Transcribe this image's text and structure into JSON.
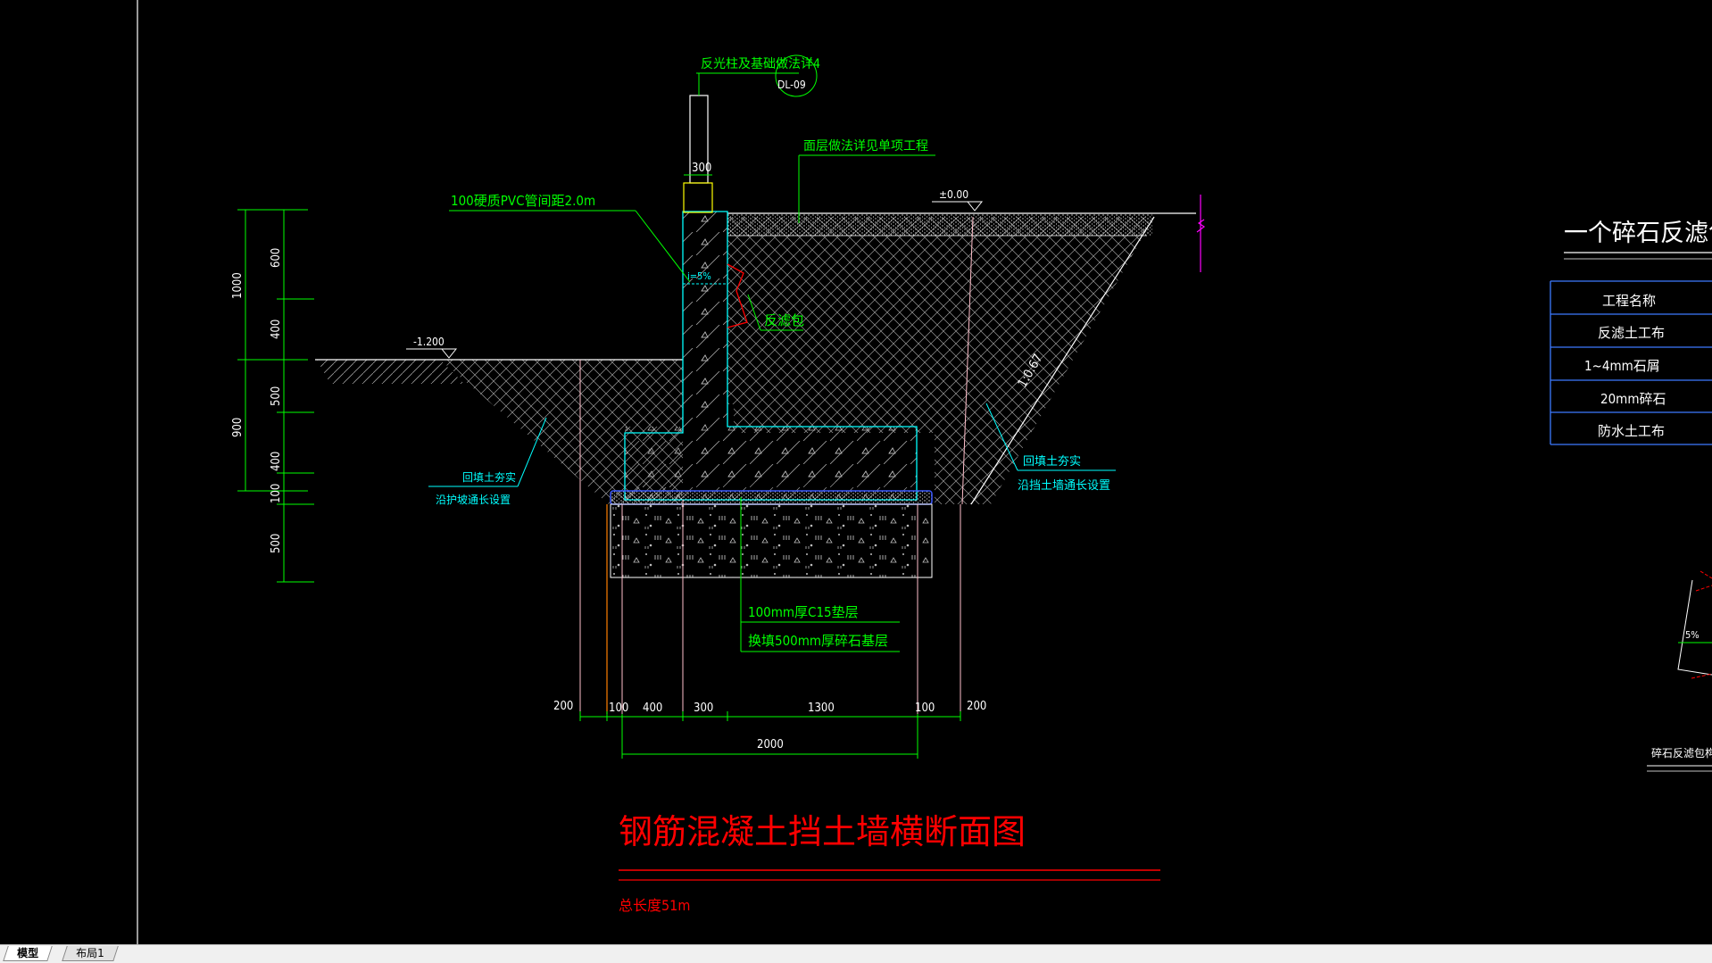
{
  "drawing": {
    "note_top": "反光柱及基础做法详4",
    "detail_ref": "DL-09",
    "note_surface": "面层做法详见单项工程",
    "note_pvc": "100硬质PVC管间距2.0m",
    "slope_small": "i=5%",
    "note_filter": "反滤包",
    "level_zero": "±0.00",
    "level_neg": "-1.200",
    "slope_ratio": "1:0.67",
    "note_backfill_left_1": "回填土夯实",
    "note_backfill_left_2": "沿护坡通长设置",
    "note_backfill_right_1": "回填土夯实",
    "note_backfill_right_2": "沿挡土墙通长设置",
    "note_cushion": "100mm厚C15垫层",
    "note_gravel": "换填500mm厚碎石基层",
    "dim_300_top": "300",
    "dims_vertical": {
      "d1000": "1000",
      "d600": "600",
      "d400a": "400",
      "d900": "900",
      "d500a": "500",
      "d400b": "400",
      "d100": "100",
      "d500b": "500"
    },
    "dims_bottom": {
      "d200l": "200",
      "d100l": "100",
      "d400": "400",
      "d300": "300",
      "d1300": "1300",
      "d100r": "100",
      "d200r": "200",
      "d2000": "2000"
    },
    "title": "钢筋混凝土挡土墙横断面图",
    "total_length": "总长度51m"
  },
  "side_panel": {
    "title": "一个碎石反滤包",
    "table_rows": [
      "工程名称",
      "反滤土工布",
      "1~4mm石屑",
      "20mm碎石",
      "防水土工布"
    ],
    "detail_slope": "5%",
    "detail_caption": "碎石反滤包构造"
  },
  "tabs": {
    "model": "模型",
    "layout1": "布局1"
  },
  "colors": {
    "background": "#000000",
    "green": "#00ff00",
    "cyan": "#00ffff",
    "red": "#ff0000",
    "white": "#ffffff",
    "magenta": "#ff00ff",
    "blue": "#3c5aff",
    "grey": "#c8c8c8",
    "orange": "#ff7f00"
  }
}
